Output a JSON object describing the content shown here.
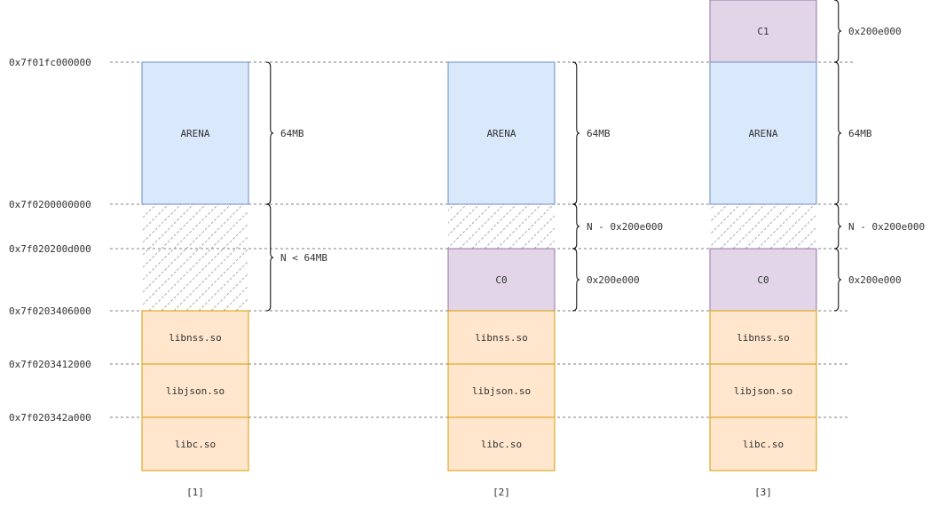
{
  "colors": {
    "arena_fill": "#dae8fc",
    "arena_stroke": "#6c8ebf",
    "chunk_fill": "#e1d5e7",
    "chunk_stroke": "#9673a6",
    "lib_fill": "#ffe6cc",
    "lib_stroke": "#d79b00",
    "hatch": "#999999"
  },
  "addresses": [
    "0x7f01fc000000",
    "0x7f0200000000",
    "0x7f020200d000",
    "0x7f0203406000",
    "0x7f0203412000",
    "0x7f020342a000"
  ],
  "columns": [
    {
      "caption": "[1]",
      "blocks": [
        {
          "kind": "arena",
          "label": "ARENA",
          "from": 1,
          "to": 2
        },
        {
          "kind": "hatch",
          "label": "",
          "from": 2,
          "to": 4
        },
        {
          "kind": "lib",
          "label": "libnss.so",
          "from": 4,
          "to": 5
        },
        {
          "kind": "lib",
          "label": "libjson.so",
          "from": 5,
          "to": 6
        },
        {
          "kind": "lib",
          "label": "libc.so",
          "from": 6,
          "to": 7
        }
      ],
      "braces": [
        {
          "label": "64MB",
          "from": 1,
          "to": 2
        },
        {
          "label": "N < 64MB",
          "from": 2,
          "to": 4
        }
      ]
    },
    {
      "caption": "[2]",
      "blocks": [
        {
          "kind": "arena",
          "label": "ARENA",
          "from": 1,
          "to": 2
        },
        {
          "kind": "hatch",
          "label": "",
          "from": 2,
          "to": 3
        },
        {
          "kind": "chunk",
          "label": "C0",
          "from": 3,
          "to": 4
        },
        {
          "kind": "lib",
          "label": "libnss.so",
          "from": 4,
          "to": 5
        },
        {
          "kind": "lib",
          "label": "libjson.so",
          "from": 5,
          "to": 6
        },
        {
          "kind": "lib",
          "label": "libc.so",
          "from": 6,
          "to": 7
        }
      ],
      "braces": [
        {
          "label": "64MB",
          "from": 1,
          "to": 2
        },
        {
          "label": "N - 0x200e000",
          "from": 2,
          "to": 3
        },
        {
          "label": "0x200e000",
          "from": 3,
          "to": 4
        }
      ]
    },
    {
      "caption": "[3]",
      "blocks": [
        {
          "kind": "chunk",
          "label": "C1",
          "from": 0,
          "to": 1
        },
        {
          "kind": "arena",
          "label": "ARENA",
          "from": 1,
          "to": 2
        },
        {
          "kind": "hatch",
          "label": "",
          "from": 2,
          "to": 3
        },
        {
          "kind": "chunk",
          "label": "C0",
          "from": 3,
          "to": 4
        },
        {
          "kind": "lib",
          "label": "libnss.so",
          "from": 4,
          "to": 5
        },
        {
          "kind": "lib",
          "label": "libjson.so",
          "from": 5,
          "to": 6
        },
        {
          "kind": "lib",
          "label": "libc.so",
          "from": 6,
          "to": 7
        }
      ],
      "braces": [
        {
          "label": "0x200e000",
          "from": 0,
          "to": 1
        },
        {
          "label": "64MB",
          "from": 1,
          "to": 2
        },
        {
          "label": "N - 0x200e000",
          "from": 2,
          "to": 3
        },
        {
          "label": "0x200e000",
          "from": 3,
          "to": 4
        }
      ]
    }
  ]
}
